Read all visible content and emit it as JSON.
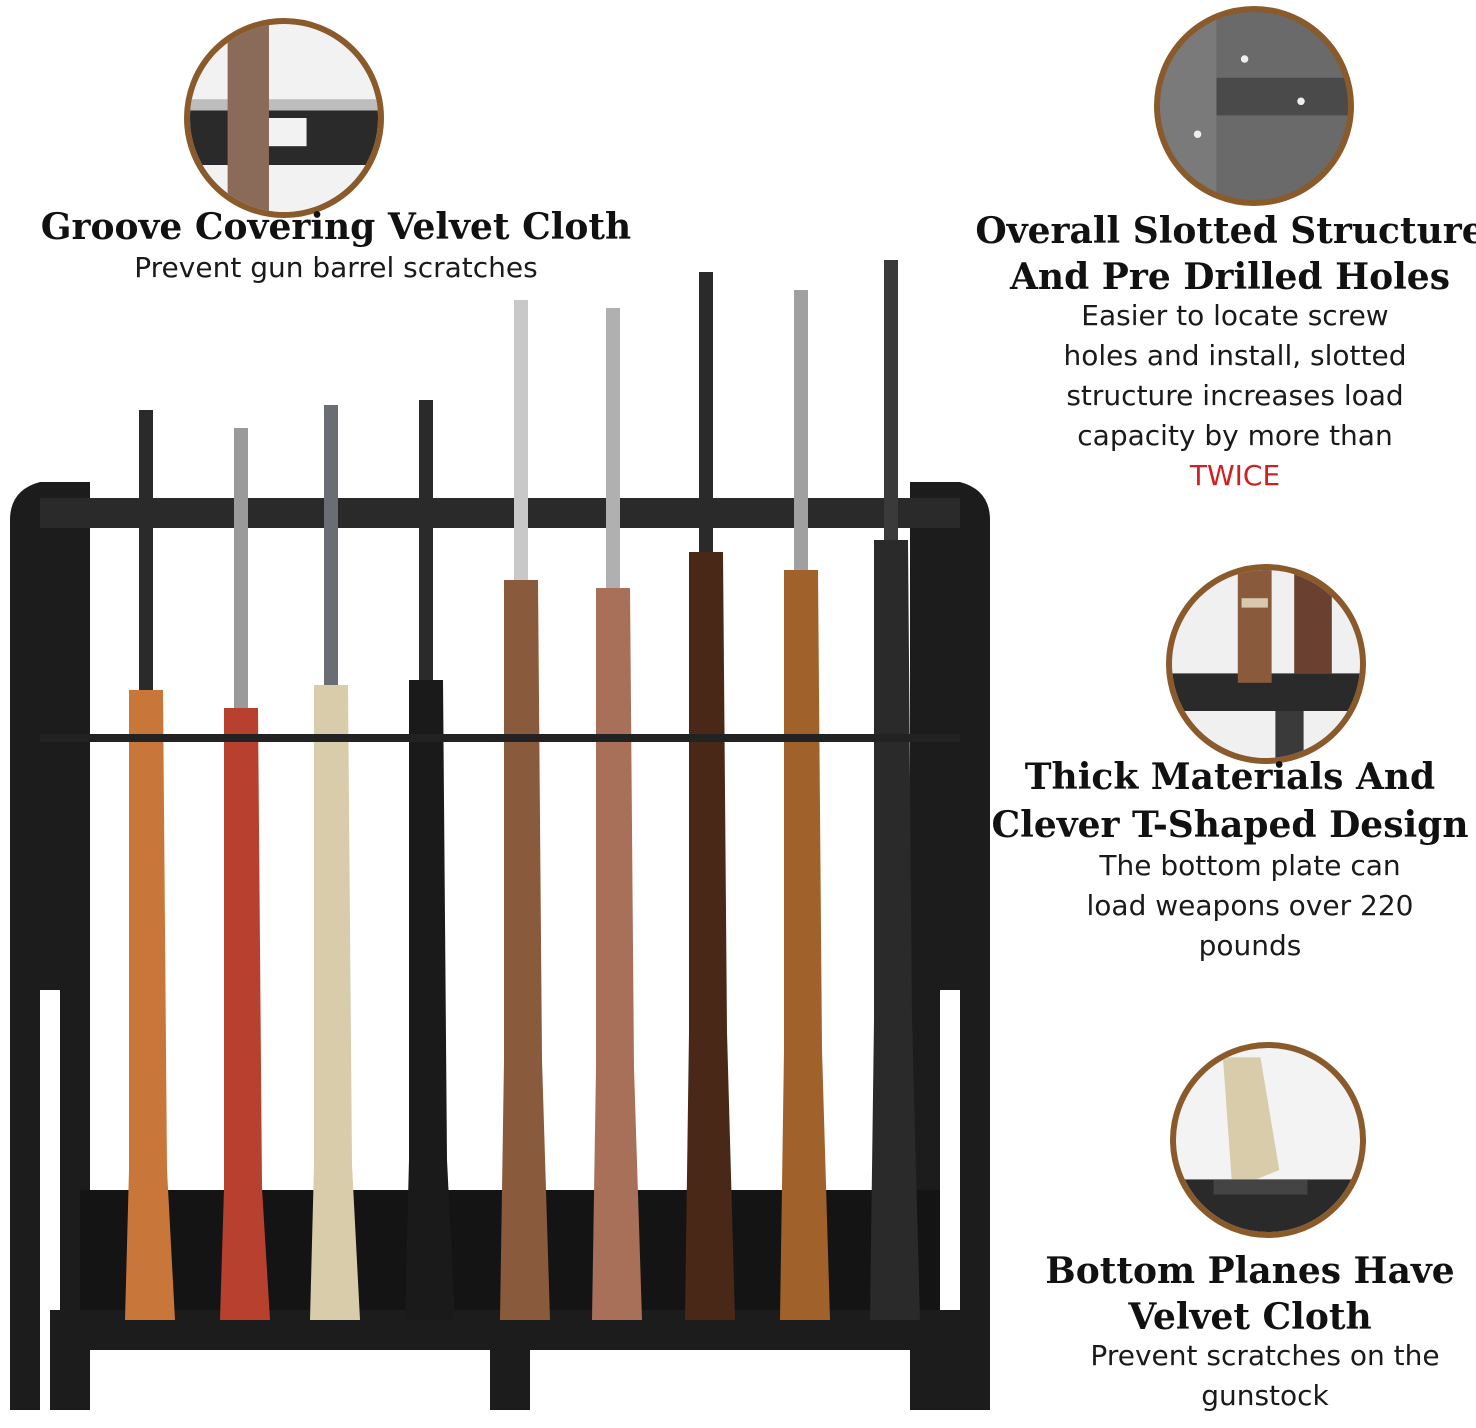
{
  "features": {
    "groove": {
      "title": "Groove Covering Velvet Cloth",
      "description": "Prevent gun barrel scratches"
    },
    "slotted": {
      "title_line1": "Overall Slotted Structure",
      "title_line2": "And Pre Drilled Holes",
      "desc_line1": "Easier to locate screw",
      "desc_line2": "holes and install, slotted",
      "desc_line3": "structure increases load",
      "desc_line4": "capacity by more than",
      "desc_highlight": "TWICE"
    },
    "thick": {
      "title_line1": "Thick Materials And",
      "title_line2": "Clever T-Shaped Design",
      "desc_line1": "The bottom plate can",
      "desc_line2": "load weapons over 220",
      "desc_line3": "pounds"
    },
    "bottom": {
      "title_line1": "Bottom Planes Have",
      "title_line2": "Velvet Cloth",
      "desc_line1": "Prevent scratches on the",
      "desc_line2": "gunstock"
    }
  },
  "colors": {
    "circle_border": "#8a5a2b",
    "rack_black": "#1c1c1c",
    "highlight_red": "#d21f1f"
  },
  "rifles": [
    {
      "name": "shotgun-orange-stock",
      "stock": "#c8763a",
      "barrel": "#2a2a2a"
    },
    {
      "name": "red-tube-rifle",
      "stock": "#b8402e",
      "barrel": "#9a9a9a"
    },
    {
      "name": "ar-rifle-tan",
      "stock": "#d8ccaa",
      "barrel": "#6a6e72"
    },
    {
      "name": "ar-rifle-black",
      "stock": "#1a1a1a",
      "barrel": "#2a2a2a"
    },
    {
      "name": "wood-rifle-long",
      "stock": "#8a5a3c",
      "barrel": "#c8c8c8"
    },
    {
      "name": "wood-rifle-light",
      "stock": "#a87058",
      "barrel": "#b0b0b0"
    },
    {
      "name": "dark-wood-rifle",
      "stock": "#4a2818",
      "barrel": "#2a2a2a"
    },
    {
      "name": "lever-rifle",
      "stock": "#a0622a",
      "barrel": "#a0a0a0"
    },
    {
      "name": "black-rifle",
      "stock": "#2a2a2a",
      "barrel": "#3a3a3a"
    }
  ]
}
